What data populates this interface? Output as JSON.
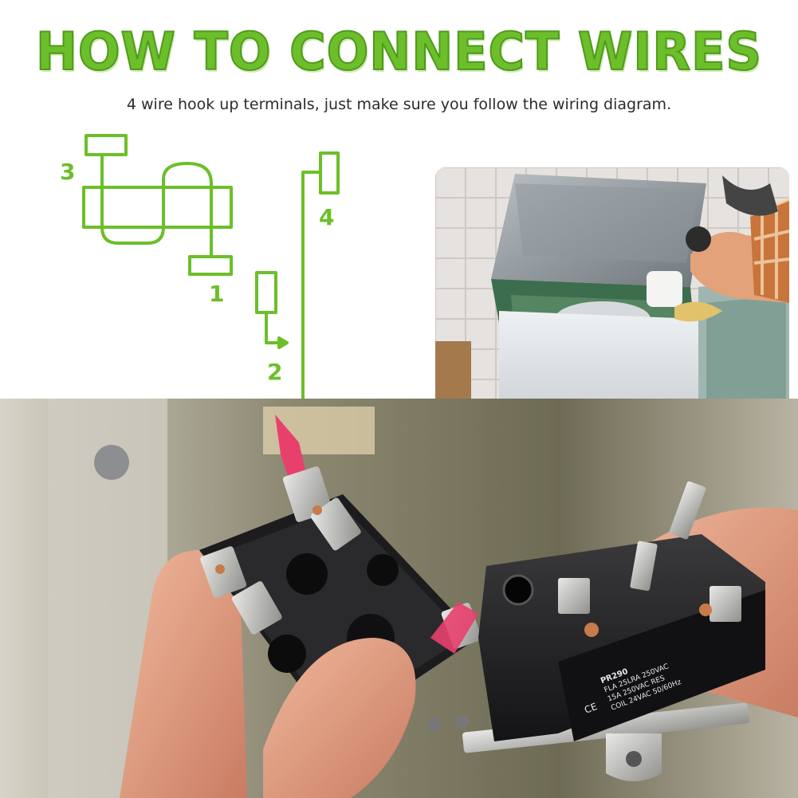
{
  "header": {
    "title": "HOW TO CONNECT WIRES",
    "subtitle": "4 wire hook up terminals, just make sure you follow the wiring diagram."
  },
  "diagram": {
    "terminal_labels": [
      "1",
      "2",
      "3",
      "4"
    ],
    "color": "#6cbf2a"
  },
  "product_label": {
    "line1": "PR290",
    "line2": "FLA 25LRA 250VAC",
    "line3": "15A 250VAC RES",
    "line4": "COIL 24VAC 50/60Hz",
    "mark": "CE"
  }
}
